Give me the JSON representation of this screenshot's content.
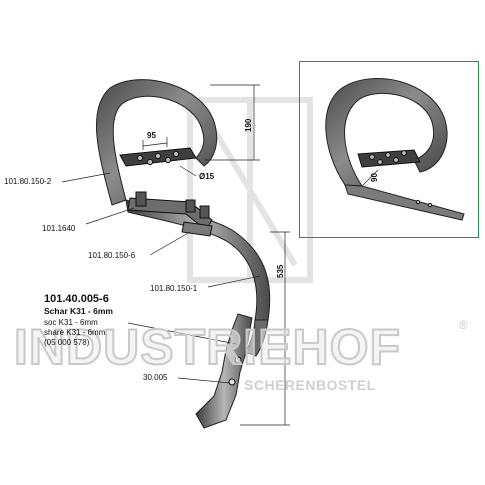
{
  "labels": {
    "part_101_80_150_2": "101.80.150-2",
    "part_101_1640": "101.1640",
    "part_101_80_150_6": "101.80.150-6",
    "part_101_80_150_1": "101.80.150-1",
    "part_30_005": "30.005",
    "main_part_number": "101.40.005-6",
    "main_part_de": "Schar K31 - 6mm",
    "main_part_fr": "soc K31 - 6mm",
    "main_part_en": "share K31 - 6mm",
    "main_part_alt": "(05 000 578)"
  },
  "dimensions": {
    "dim_95": "95",
    "dim_190": "190",
    "dim_diameter": "Ø15",
    "dim_535": "535",
    "dim_90": "90"
  },
  "watermark": {
    "brand": "INDUSTRIEHOF",
    "location": "SCHERENBOSTEL",
    "registered": "®"
  },
  "colors": {
    "inset_border": "#2e8b57",
    "steel_dark": "#5a5a5a",
    "steel_mid": "#8a8a8a",
    "steel_light": "#c8c8c8",
    "watermark": "#c9c9c9"
  }
}
